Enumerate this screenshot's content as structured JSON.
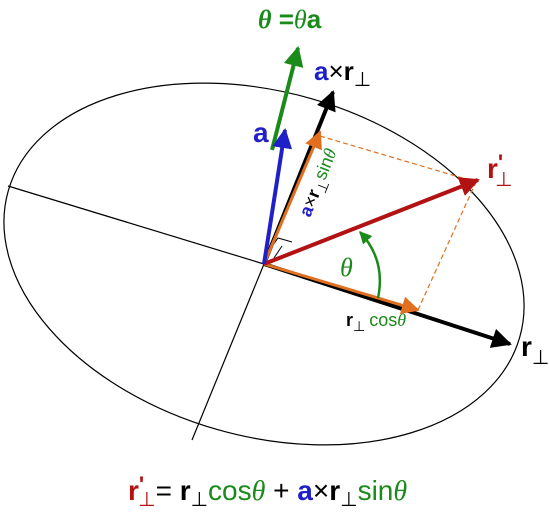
{
  "colors": {
    "red": "#b31212",
    "blue": "#2020c8",
    "green": "#1a8a1a",
    "orange": "#e07020",
    "black": "#000000"
  },
  "labels": {
    "theta_bold": "θ",
    "eq_sign": " =",
    "theta_it": "θ",
    "a_bold": "a",
    "a_vec": "a",
    "axr_a": "a",
    "axr_times": "×",
    "axr_r": "r",
    "axr_perp": "⊥",
    "rprime_r": "r",
    "rprime_prime": "'",
    "rprime_perp": "⊥",
    "rperp_r": "r",
    "rperp_perp": "⊥",
    "theta_angle": "θ",
    "cos_r": "r",
    "cos_perp": "⊥",
    "cos_text": "cos",
    "cos_theta": "θ",
    "sin_a": "a",
    "sin_times": "×",
    "sin_r": "r",
    "sin_perp": "⊥",
    "sin_text": "sin",
    "sin_theta": "θ"
  },
  "formula": {
    "r": "r",
    "prime": "'",
    "perp": "⊥",
    "eq": "= ",
    "r2": "r",
    "perp2": "⊥",
    "cos": "cos",
    "theta": "θ",
    "plus": " +  ",
    "a": "a",
    "times": "×",
    "r3": "r",
    "perp3": "⊥",
    "sin": "sin",
    "theta2": "θ"
  }
}
